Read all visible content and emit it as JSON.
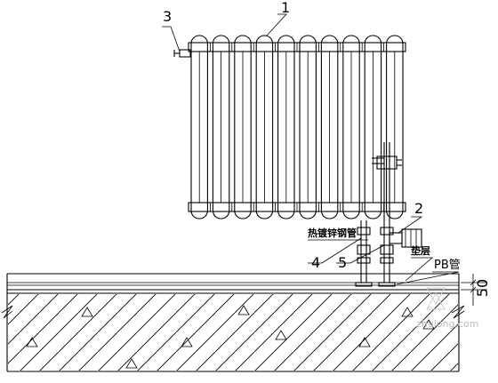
{
  "labels": {
    "part_1": "1",
    "part_2": "2",
    "part_3": "3",
    "part_4": "4",
    "part_5": "5"
  },
  "annotations": {
    "pipe_cn": "热镀锌钢管",
    "cushion_layer": "垫层",
    "pb_pipe": "PB管",
    "dimension": "50"
  },
  "watermark": {
    "site": "zhulong.com"
  }
}
